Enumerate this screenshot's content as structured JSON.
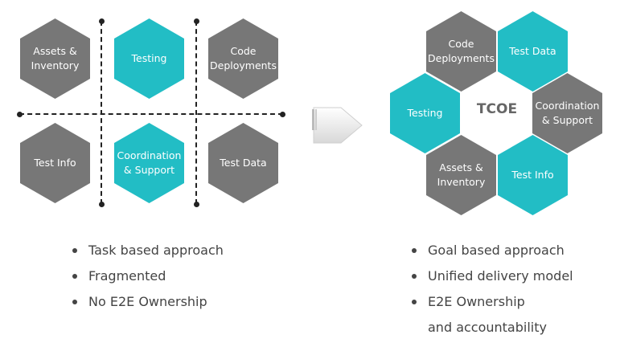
{
  "left": {
    "hexes": [
      {
        "label": "Assets &\nInventory",
        "color": "grey"
      },
      {
        "label": "Testing",
        "color": "teal"
      },
      {
        "label": "Code\nDeployments",
        "color": "grey"
      },
      {
        "label": "Test Info",
        "color": "grey"
      },
      {
        "label": "Coordination\n& Support",
        "color": "teal"
      },
      {
        "label": "Test Data",
        "color": "grey"
      }
    ],
    "bullets": [
      "Task based approach",
      "Fragmented",
      "No E2E Ownership"
    ]
  },
  "right": {
    "center": "TCOE",
    "hexes": [
      {
        "label": "Code\nDeployments",
        "color": "grey"
      },
      {
        "label": "Test Data",
        "color": "teal"
      },
      {
        "label": "Testing",
        "color": "teal"
      },
      {
        "label": "Coordination\n& Support",
        "color": "grey"
      },
      {
        "label": "Assets &\nInventory",
        "color": "grey"
      },
      {
        "label": "Test Info",
        "color": "teal"
      }
    ],
    "bullets": [
      "Goal based approach",
      "Unified delivery model",
      "E2E Ownership",
      "and accountability"
    ]
  },
  "colors": {
    "grey": "#777777",
    "teal": "#22bdc5",
    "text": "#444444"
  }
}
